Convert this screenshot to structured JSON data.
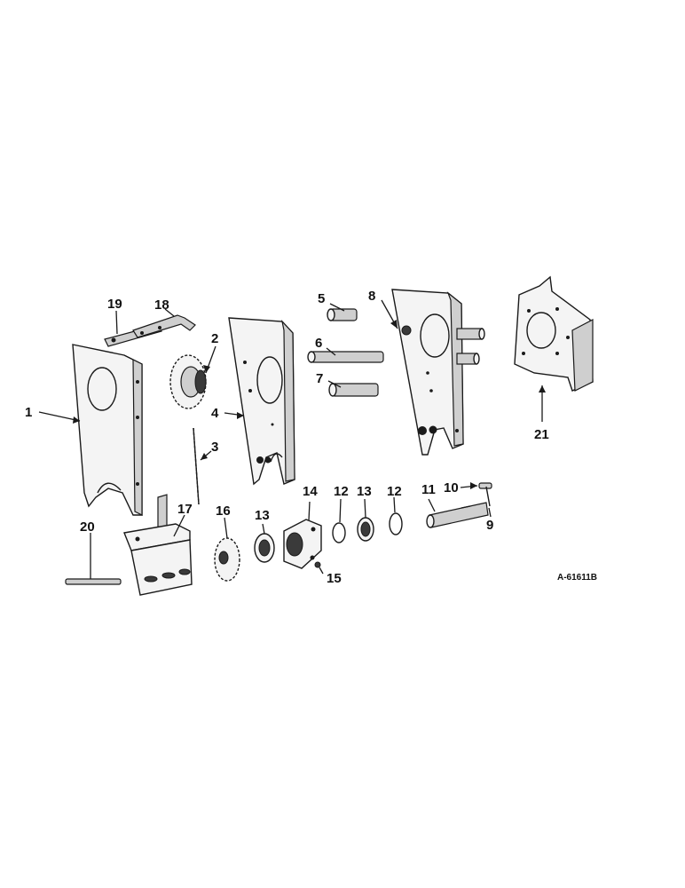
{
  "figure_id": "A-61611B",
  "callouts": [
    "1",
    "2",
    "3",
    "4",
    "5",
    "6",
    "7",
    "8",
    "9",
    "10",
    "11",
    "12",
    "13",
    "14",
    "15",
    "16",
    "17",
    "18",
    "19",
    "20",
    "21"
  ]
}
